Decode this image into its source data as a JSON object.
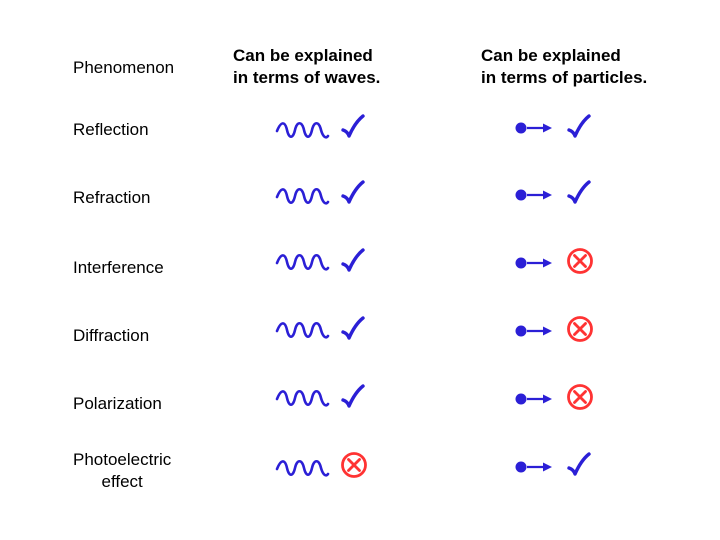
{
  "header": {
    "phenomenon": "Phenomenon",
    "waves_line1": "Can be explained",
    "waves_line2": "in terms of waves.",
    "particles_line1": "Can be explained",
    "particles_line2": "in terms of particles."
  },
  "rows": [
    {
      "label": "Reflection",
      "waves": "check",
      "particles": "check"
    },
    {
      "label": "Refraction",
      "waves": "check",
      "particles": "check"
    },
    {
      "label": "Interference",
      "waves": "check",
      "particles": "cross"
    },
    {
      "label": "Diffraction",
      "waves": "check",
      "particles": "cross"
    },
    {
      "label": "Polarization",
      "waves": "check",
      "particles": "cross"
    },
    {
      "label_line1": "Photoelectric",
      "label_line2": "effect",
      "waves": "cross",
      "particles": "check"
    }
  ],
  "colors": {
    "icon_blue": "#2b1fd6",
    "cross_red": "#ff3333",
    "text": "#000000"
  },
  "icons": {
    "wave": "wave-icon",
    "particle": "particle-arrow-icon",
    "check": "check-icon",
    "cross": "cross-circle-icon"
  }
}
